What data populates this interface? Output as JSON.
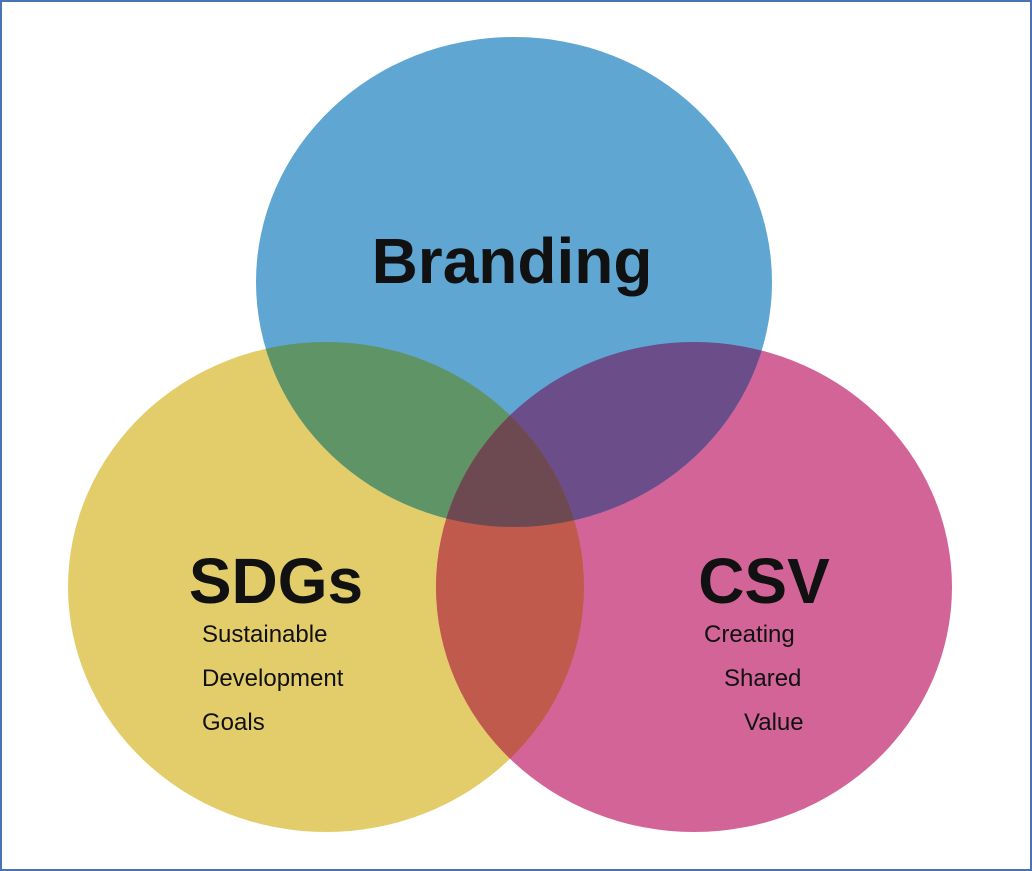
{
  "diagram": {
    "type": "venn",
    "circles": [
      {
        "id": "branding",
        "title": "Branding",
        "subtitle_lines": [],
        "color": "#5fa6d3"
      },
      {
        "id": "sdgs",
        "title": "SDGs",
        "subtitle_lines": [
          "Sustainable",
          "Development",
          "Goals"
        ],
        "color": "#e3cd6b"
      },
      {
        "id": "csv",
        "title": "CSV",
        "subtitle_lines": [
          "Creating",
          "Shared",
          "Value"
        ],
        "color": "#d36497"
      }
    ],
    "overlap_colors": {
      "branding_sdgs": "#5f9566",
      "branding_csv": "#6b4d8a",
      "sdgs_csv": "#c05a4c",
      "all_three": "#6d4a52"
    },
    "border_color": "#4a72b8"
  }
}
